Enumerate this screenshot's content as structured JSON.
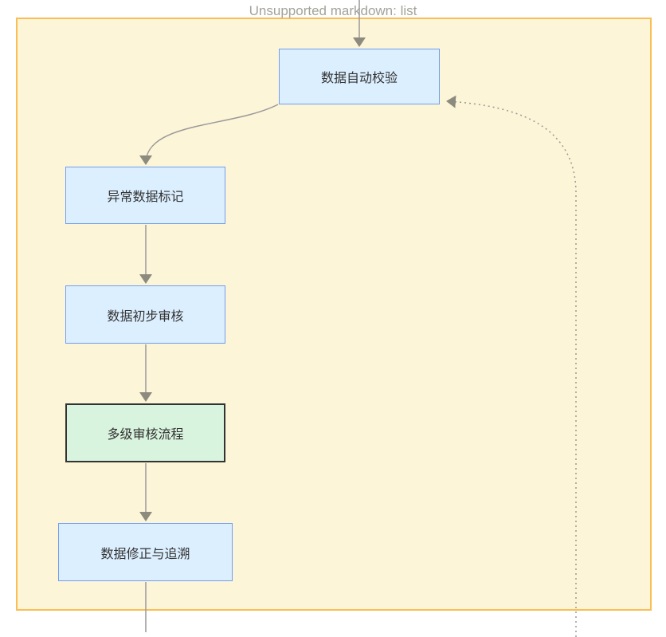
{
  "diagram": {
    "type": "flowchart",
    "orientation": "top-down",
    "warning_label": "Unsupported markdown: list",
    "nodes": [
      {
        "id": "data-auto-check",
        "label": "数据自动校验",
        "style": "blue"
      },
      {
        "id": "abnormal-data-mark",
        "label": "异常数据标记",
        "style": "blue"
      },
      {
        "id": "data-preliminary-review",
        "label": "数据初步审核",
        "style": "blue"
      },
      {
        "id": "multilevel-review-process",
        "label": "多级审核流程",
        "style": "green"
      },
      {
        "id": "data-correction-trace",
        "label": "数据修正与追溯",
        "style": "blue"
      }
    ],
    "edges": [
      {
        "from": "offscreen-top",
        "to": "data-auto-check",
        "style": "solid",
        "arrow": true
      },
      {
        "from": "data-auto-check",
        "to": "abnormal-data-mark",
        "style": "solid",
        "arrow": true
      },
      {
        "from": "abnormal-data-mark",
        "to": "data-preliminary-review",
        "style": "solid",
        "arrow": true
      },
      {
        "from": "data-preliminary-review",
        "to": "multilevel-review-process",
        "style": "solid",
        "arrow": true
      },
      {
        "from": "multilevel-review-process",
        "to": "data-correction-trace",
        "style": "solid",
        "arrow": true
      },
      {
        "from": "data-correction-trace",
        "to": "offscreen-bottom",
        "style": "solid",
        "arrow": false
      },
      {
        "from": "offscreen-bottom",
        "to": "data-auto-check",
        "style": "dotted",
        "arrow": true
      }
    ],
    "colors": {
      "container_fill": "#fdf5d7",
      "container_border": "#fbbd55",
      "node_fill": "#dcefff",
      "node_border": "#6f9df0",
      "highlight_node_fill": "#d9f4de",
      "highlight_node_border": "#333333",
      "edge_line": "#999999",
      "arrowhead": "#8d8b7e",
      "warning_label_text": "#a3a29a",
      "node_text": "#333333"
    }
  }
}
